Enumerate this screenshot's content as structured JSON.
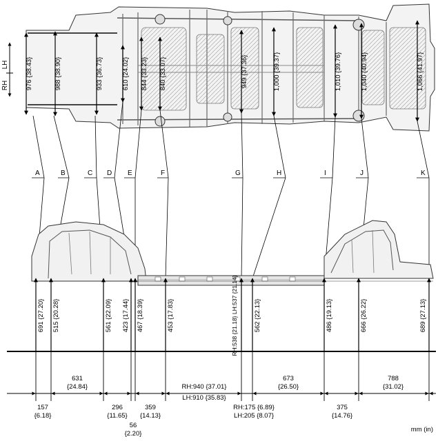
{
  "unit_label": "mm (in)",
  "direction": {
    "rh": "RH",
    "lh": "LH"
  },
  "points": [
    {
      "letter": "A",
      "top": "976 {38.43}",
      "bottom": "691 {27.20}"
    },
    {
      "letter": "B",
      "top": "988 {38.90}",
      "bottom": "515 {20.28}"
    },
    {
      "letter": "C",
      "top": "933 {36.73}",
      "bottom": "561 {22.09}"
    },
    {
      "letter": "D",
      "top": "610 {24.02}",
      "bottom": "423 {17.44}"
    },
    {
      "letter": "E",
      "top": "844 {33.23}",
      "bottom": "467 {18.39}"
    },
    {
      "letter": "F",
      "top": "840 {33.07}",
      "bottom": "453 {17.83}"
    },
    {
      "letter": "G",
      "top": "949 {37.36}",
      "bottom": "RH:538 {21.18} LH:537 {21.14}"
    },
    {
      "letter": "H",
      "top": "1,000 {39.37}",
      "bottom": "562 {22.13}"
    },
    {
      "letter": "I",
      "top": "1,010 {39.76}",
      "bottom": "486 {19.13}"
    },
    {
      "letter": "J",
      "top": "1,040 {40.94}",
      "bottom": "666 {26.22}"
    },
    {
      "letter": "K",
      "top": "1,066 {41.97}",
      "bottom": "689 {27.13}"
    }
  ],
  "spacings": [
    {
      "mm": "157",
      "inch": "{6.18}"
    },
    {
      "mm": "631",
      "inch": "{24.84}"
    },
    {
      "mm": "296",
      "inch": "{11.65}"
    },
    {
      "mm": "56",
      "inch": "{2.20}"
    },
    {
      "mm": "359",
      "inch": "{14.13}"
    },
    {
      "mm": "RH:940 {37.01}",
      "inch": "LH:910 {35.83}"
    },
    {
      "mm": "RH:175 {6.89}",
      "inch": "LH:205 {8.07}"
    },
    {
      "mm": "673",
      "inch": "{26.50}"
    },
    {
      "mm": "375",
      "inch": "{14.76}"
    },
    {
      "mm": "788",
      "inch": "{31.02}"
    }
  ]
}
